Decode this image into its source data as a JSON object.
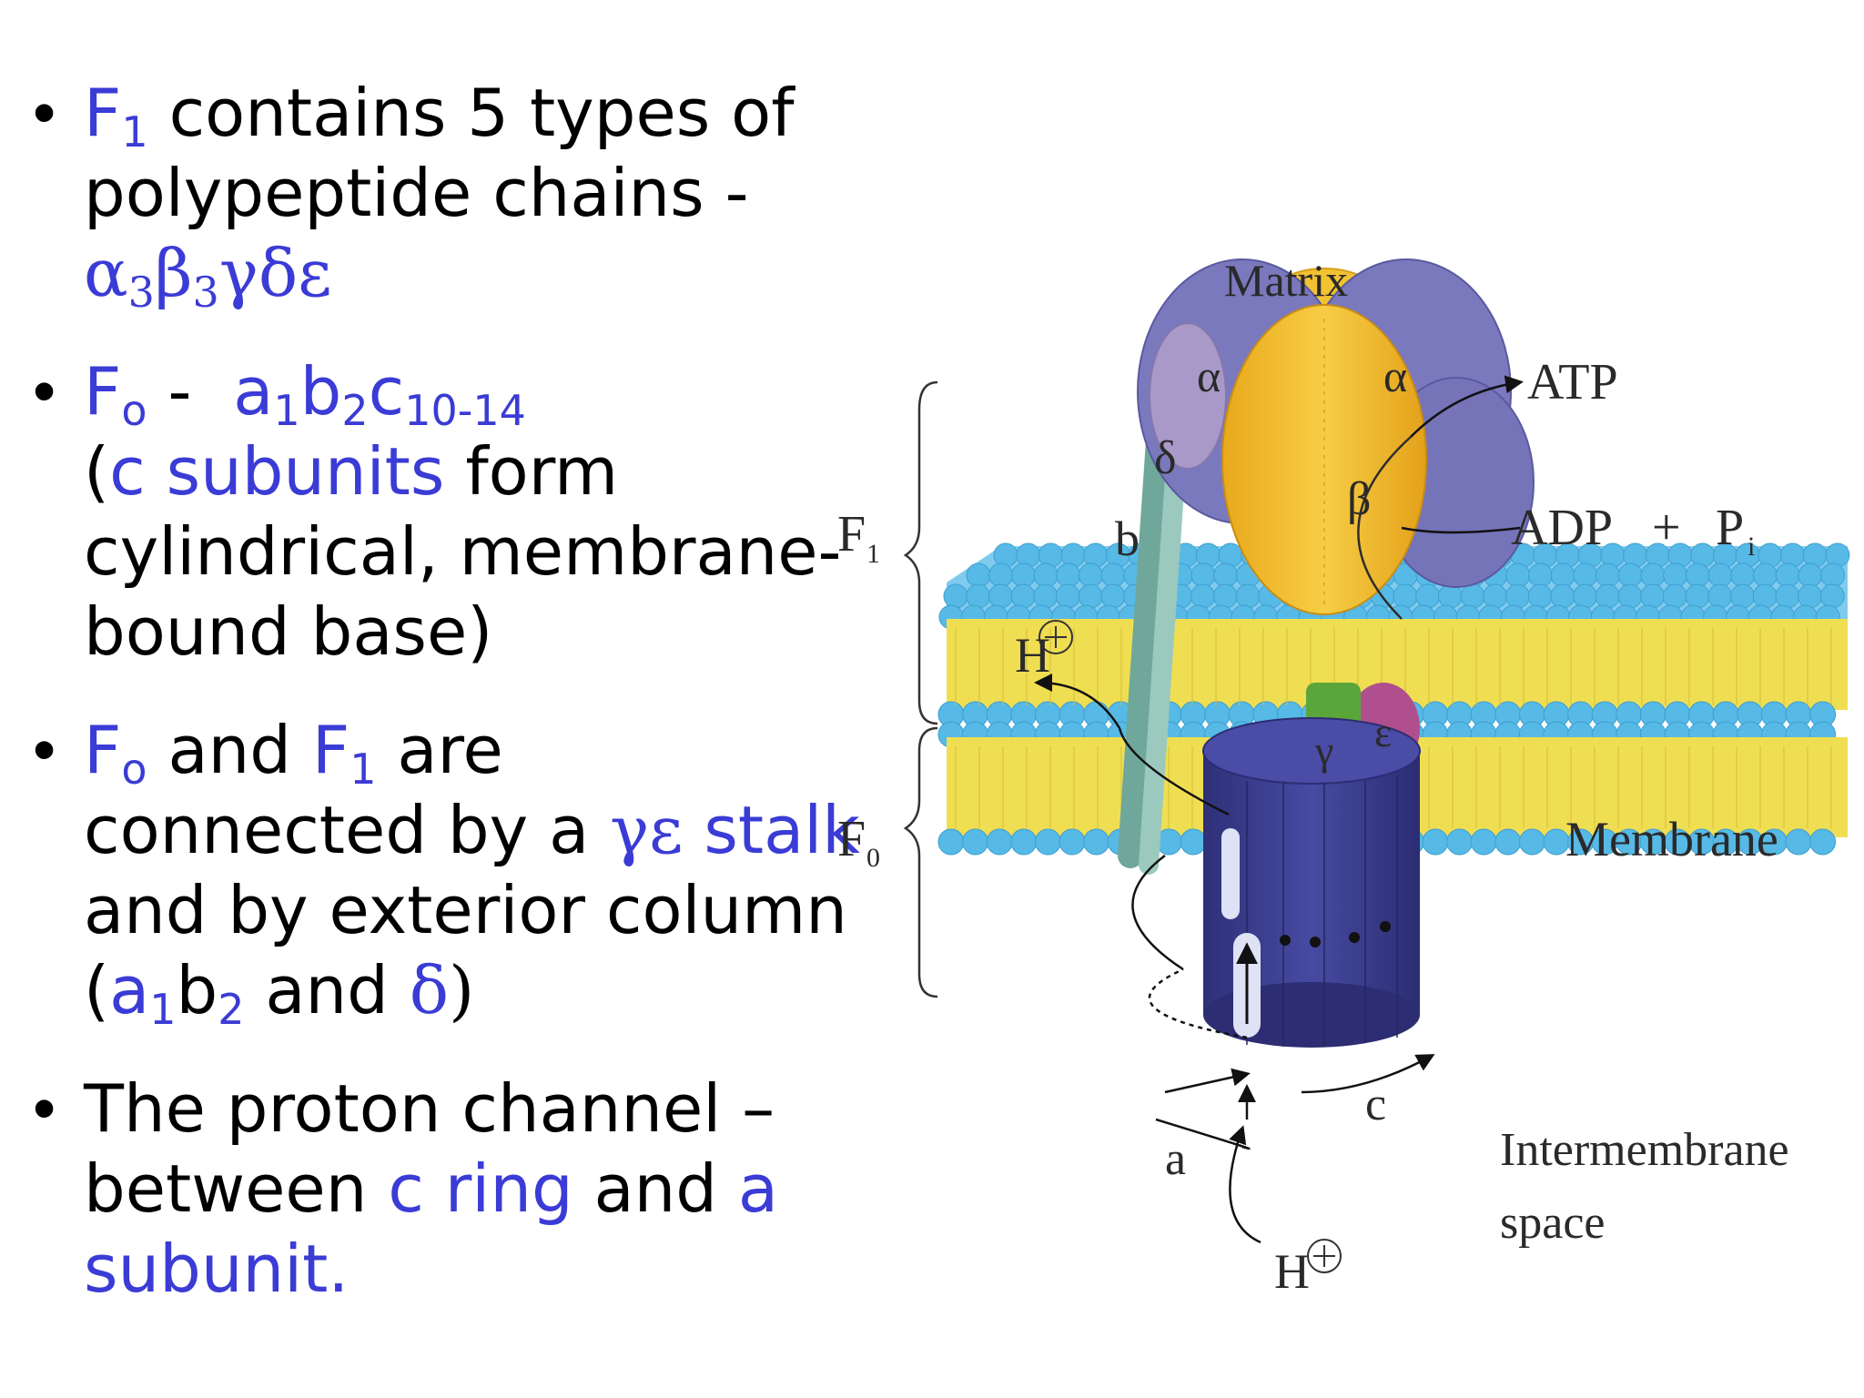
{
  "slide": {
    "bullets": [
      {
        "f1": "F",
        "f1_sub": "1",
        "text_a": " contains 5 types of",
        "line2": "polypeptide chains -",
        "greek": "α",
        "s1": "3",
        "greek2": "β",
        "s2": "3",
        "greek3": "γδε"
      },
      {
        "fo": "F",
        "fo_sub": "o",
        "dash": " -  ",
        "a": "a",
        "a_sub": "1",
        "b": "b",
        "b_sub": "2",
        "c": "c",
        "c_sub": "10-14",
        "paren_open": "(",
        "c_sub_text": "c subunits",
        "form": " form",
        "line3": "cylindrical, membrane-",
        "line4": "bound base)"
      },
      {
        "fo": "F",
        "fo_sub": "o",
        "and": " and ",
        "f1": "F",
        "f1_sub": "1",
        "are": " are",
        "line2a": "connected by a ",
        "ge": "γε",
        "stalk": " stalk",
        "line3": "and by exterior column",
        "po": "(",
        "a": "a",
        "a_sub": "1",
        "b": "b",
        "b_sub": "2",
        "and2": " and ",
        "delta": "δ",
        "pc": ")"
      },
      {
        "line1": "The proton channel –",
        "line2a": "between ",
        "cring": "c ring",
        "and": " and ",
        "a": "a",
        "line3": "subunit."
      }
    ]
  },
  "diagram": {
    "labels": {
      "matrix": "Matrix",
      "atp": "ATP",
      "adp": "ADP",
      "plus": "+",
      "pi": "P",
      "pi_sub": "i",
      "f1": "F",
      "f1_sub": "1",
      "f0": "F",
      "f0_sub": "0",
      "b": "b",
      "h_top": "H",
      "h_bottom": "H",
      "alpha_left": "α",
      "alpha_right": "α",
      "delta": "δ",
      "beta": "β",
      "gamma": "γ",
      "epsilon": "ε",
      "membrane": "Membrane",
      "intermembrane": "Intermembrane",
      "space": "space",
      "a": "a",
      "c": "c"
    },
    "colors": {
      "lipid_head": "#57b9e6",
      "lipid_tail": "#f0de52",
      "alpha": "#7a79bd",
      "beta": "#f2c232",
      "delta": "#a899c8",
      "gamma": "#5aa63a",
      "epsilon": "#b04f8d",
      "c_ring": "#3a3b8c",
      "b_stalk": "#8bbcb0",
      "text_blue": "#3b3bd6"
    }
  }
}
